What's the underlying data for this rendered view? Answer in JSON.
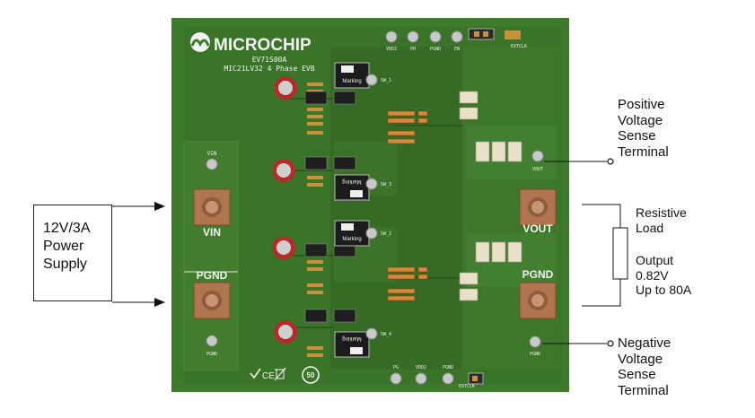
{
  "board": {
    "brand": "MICROCHIP",
    "model": "EV71S00A",
    "subtitle": "MIC21LV32 4 Phase EVB",
    "vin_label": "VIN",
    "vin_small": "VIN",
    "vout_label": "VOUT",
    "vout_small": "VOUT",
    "pgnd_left_label": "PGND",
    "pgnd_left_small": "PGND",
    "pgnd_right_label": "PGND",
    "pgnd_right_small": "PGND",
    "inductor_marking": "Marking",
    "inductor_marking_flipped": "Marking",
    "top_connector_labels": [
      "VDD2",
      "PH",
      "PGND",
      "EN"
    ],
    "bottom_connector_labels": [
      "PG",
      "VDD2",
      "PGND"
    ],
    "ext_clk_top": "EXTCLK",
    "ext_clk_bottom": "EXTCLK",
    "sw_labels": [
      "SW_1",
      "SW_3",
      "SW_2",
      "SW_4"
    ],
    "cert_marks": "CE",
    "cert_50": "50"
  },
  "power_supply": {
    "lines": [
      "12V/3A",
      "Power",
      "Supply"
    ]
  },
  "labels": {
    "positive_sense": [
      "Positive",
      "Voltage",
      "Sense",
      "Terminal"
    ],
    "resistive_load": [
      "Resistive",
      "Load"
    ],
    "output": [
      "Output",
      "0.82V",
      "Up to 80A"
    ],
    "negative_sense": [
      "Negative",
      "Voltage",
      "Sense",
      "Terminal"
    ]
  },
  "colors": {
    "pcb_green": "#3f7a2b",
    "pcb_dark": "#2f6420",
    "copper_pad": "#b0754f",
    "silkscreen": "#f2f2f2"
  }
}
